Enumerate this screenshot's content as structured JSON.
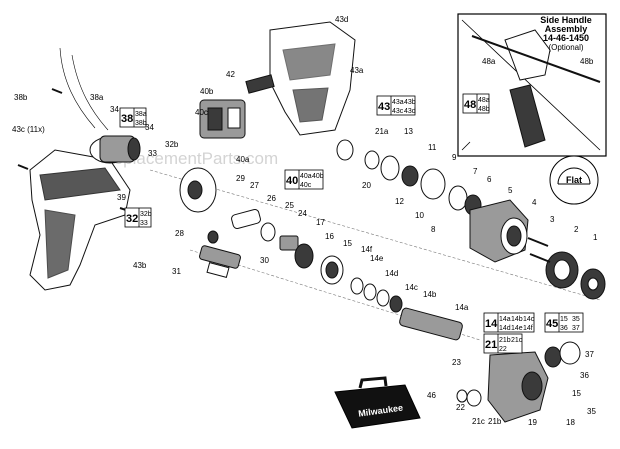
{
  "watermark": "eReplacementParts.com",
  "brand_logo": "Milwaukee",
  "side_handle": {
    "title_line1": "Side Handle",
    "title_line2": "Assembly",
    "part_no": "14-46-1450",
    "note": "(Optional)",
    "labels": [
      "48a",
      "48b"
    ]
  },
  "flat_callout": "Flat",
  "kits": [
    {
      "num": "38",
      "parts": [
        "38a",
        "38b"
      ]
    },
    {
      "num": "43",
      "parts": [
        "43a",
        "43b",
        "43c",
        "43d"
      ]
    },
    {
      "num": "48",
      "parts": [
        "48a",
        "48b"
      ]
    },
    {
      "num": "40",
      "parts": [
        "40a",
        "40b",
        "40c"
      ]
    },
    {
      "num": "32",
      "parts": [
        "32b",
        "33"
      ]
    },
    {
      "num": "14",
      "parts": [
        "14a",
        "14b",
        "14c",
        "14d",
        "14e",
        "14f"
      ]
    },
    {
      "num": "45",
      "parts": [
        "15",
        "35",
        "36",
        "37"
      ]
    },
    {
      "num": "21",
      "parts": [
        "21b",
        "21c",
        "22"
      ]
    }
  ],
  "callouts": [
    "43d",
    "42",
    "43a",
    "40b",
    "40c",
    "40a",
    "38b",
    "38a",
    "34",
    "43c (11x)",
    "34",
    "32b",
    "33",
    "39",
    "43b",
    "28",
    "29",
    "27",
    "26",
    "25",
    "31",
    "30",
    "24",
    "17",
    "16",
    "15",
    "14f",
    "14e",
    "14d",
    "14c",
    "14b",
    "14a",
    "21a",
    "13",
    "12",
    "20",
    "11",
    "10",
    "9",
    "8",
    "7",
    "6",
    "5",
    "4",
    "3",
    "2",
    "1",
    "23",
    "22",
    "21c",
    "21b",
    "19",
    "18",
    "46",
    "36",
    "37",
    "35",
    "15"
  ]
}
